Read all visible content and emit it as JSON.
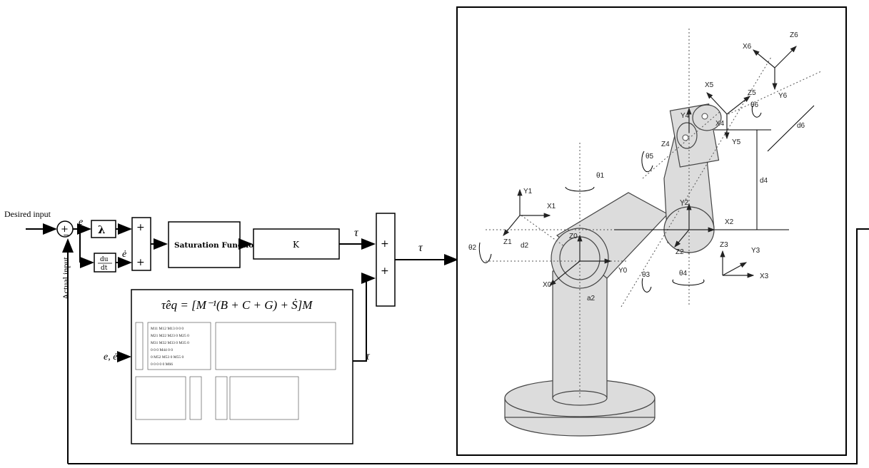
{
  "inputs": {
    "desired": "Desired input",
    "actual": "Actual input"
  },
  "signals": {
    "e": "e",
    "e_dot": "ė",
    "tau": "τ",
    "e_edot": "e, ė"
  },
  "blocks": {
    "lambda": "λ",
    "deriv_num": "du",
    "deriv_den": "dt",
    "saturation": "Saturation Function",
    "gain": "K"
  },
  "signs": {
    "sum_plus": "+",
    "sum_minus": "−"
  },
  "equation": {
    "main": "τ̂eq = [M⁻¹(B + C + G) + Ṡ]M",
    "matrix_M_row1": "M11 M12 M13 0 0 0",
    "matrix_M_row2": "M21 M22 M23 0 M25 0",
    "matrix_M_row3": "M31 M32 M33 0 M35 0",
    "matrix_M_row4": "0 0 0 M44 0 0",
    "matrix_M_row5": "0 M52 M53 0 M55 0",
    "matrix_M_row6": "0 0 0 0 0 M66"
  },
  "robot_labels": {
    "Y1": "Y1",
    "X1": "X1",
    "Z1": "Z1",
    "d2": "d2",
    "theta2": "θ2",
    "Z0": "Z0",
    "X0": "X0",
    "Y0": "Y0",
    "theta1": "θ1",
    "a2": "a2",
    "Y2": "Y2",
    "X2": "X2",
    "Z2": "Z2",
    "theta3": "θ3",
    "theta4": "θ4",
    "Z3": "Z3",
    "Y3": "Y3",
    "X3": "X3",
    "d4": "d4",
    "Y4": "Y4",
    "X4": "X4",
    "Z4": "Z4",
    "theta5": "θ5",
    "Y5": "Y5",
    "X5": "X5",
    "Z5": "Z5",
    "theta6": "θ6",
    "d6": "d6",
    "X6": "X6",
    "Z6": "Z6",
    "Y6": "Y6"
  }
}
